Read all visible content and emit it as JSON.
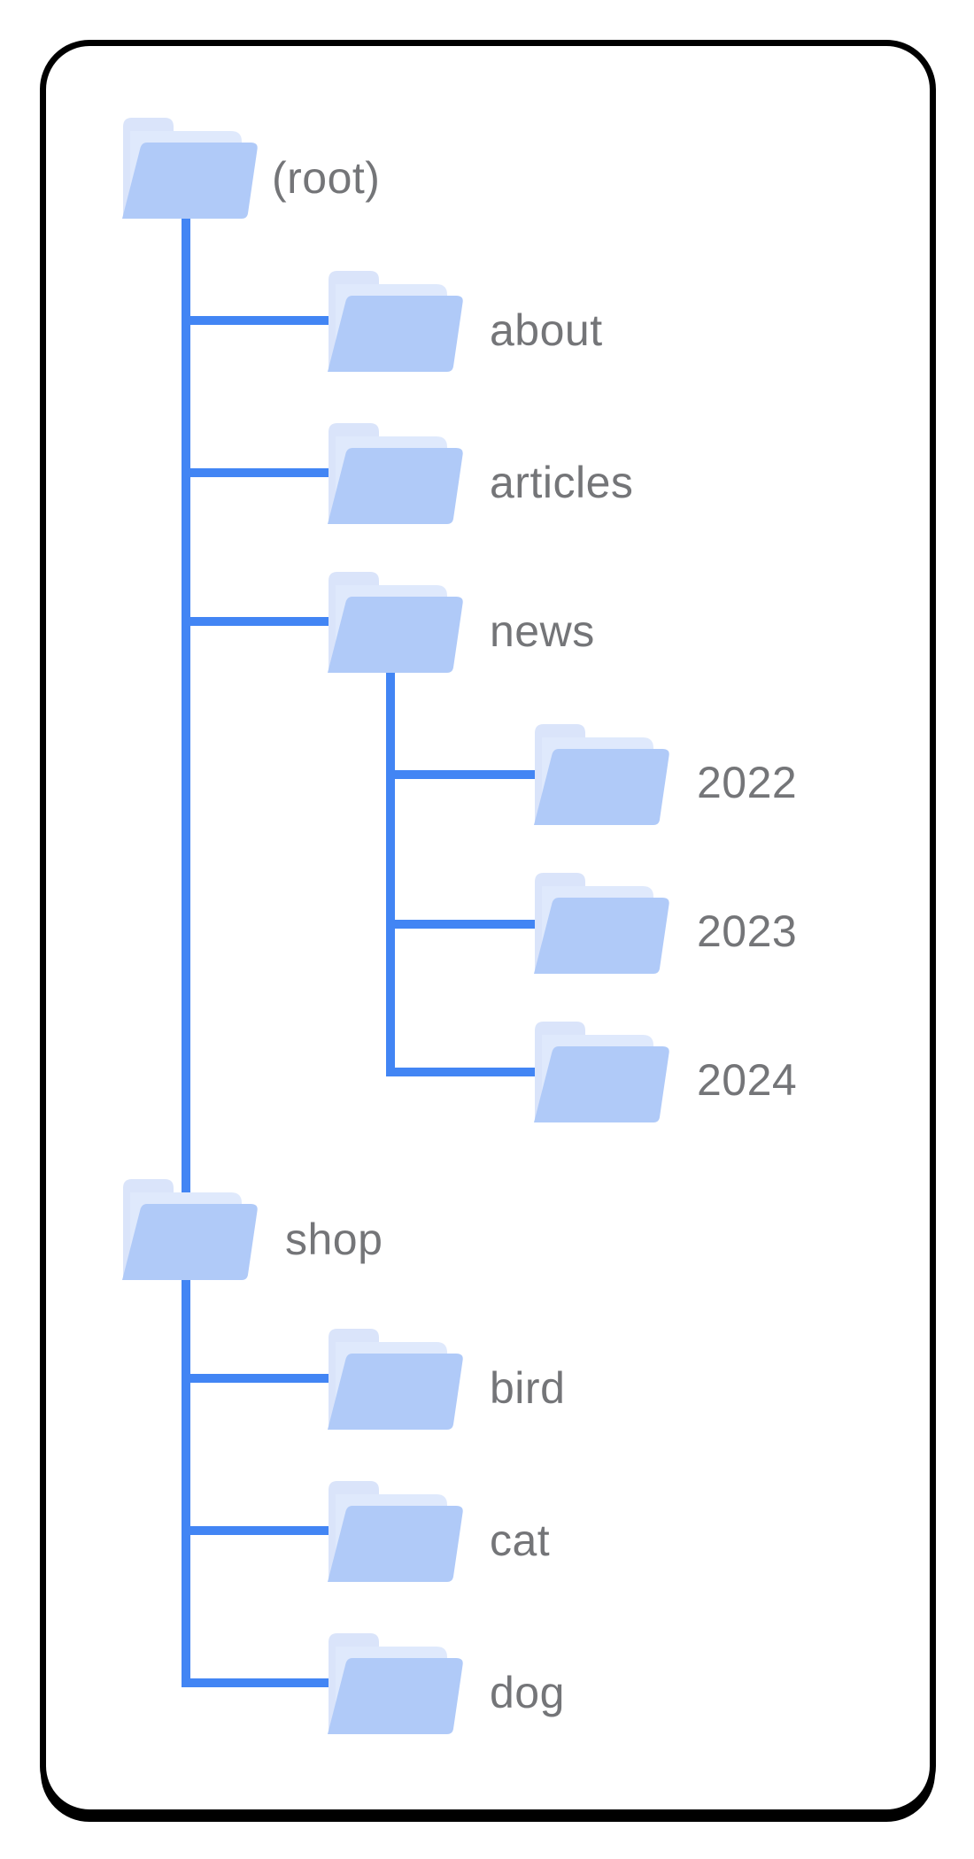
{
  "diagram": {
    "type": "folder-tree",
    "nodes": [
      {
        "id": "root",
        "label": "(root)",
        "depth": 0,
        "parent": null
      },
      {
        "id": "about",
        "label": "about",
        "depth": 1,
        "parent": "root"
      },
      {
        "id": "articles",
        "label": "articles",
        "depth": 1,
        "parent": "root"
      },
      {
        "id": "news",
        "label": "news",
        "depth": 1,
        "parent": "root"
      },
      {
        "id": "2022",
        "label": "2022",
        "depth": 2,
        "parent": "news"
      },
      {
        "id": "2023",
        "label": "2023",
        "depth": 2,
        "parent": "news"
      },
      {
        "id": "2024",
        "label": "2024",
        "depth": 2,
        "parent": "news"
      },
      {
        "id": "shop",
        "label": "shop",
        "depth": 1,
        "parent": "root"
      },
      {
        "id": "bird",
        "label": "bird",
        "depth": 2,
        "parent": "shop"
      },
      {
        "id": "cat",
        "label": "cat",
        "depth": 2,
        "parent": "shop"
      },
      {
        "id": "dog",
        "label": "dog",
        "depth": 2,
        "parent": "shop"
      }
    ],
    "colors": {
      "connector": "#4285F4",
      "folder_front": "#B0CAF8",
      "folder_middle": "#DFE9FC",
      "folder_back": "#DAE4FA",
      "label_text": "#747578",
      "card_border": "#000000",
      "card_background": "#FFFFFF"
    }
  }
}
